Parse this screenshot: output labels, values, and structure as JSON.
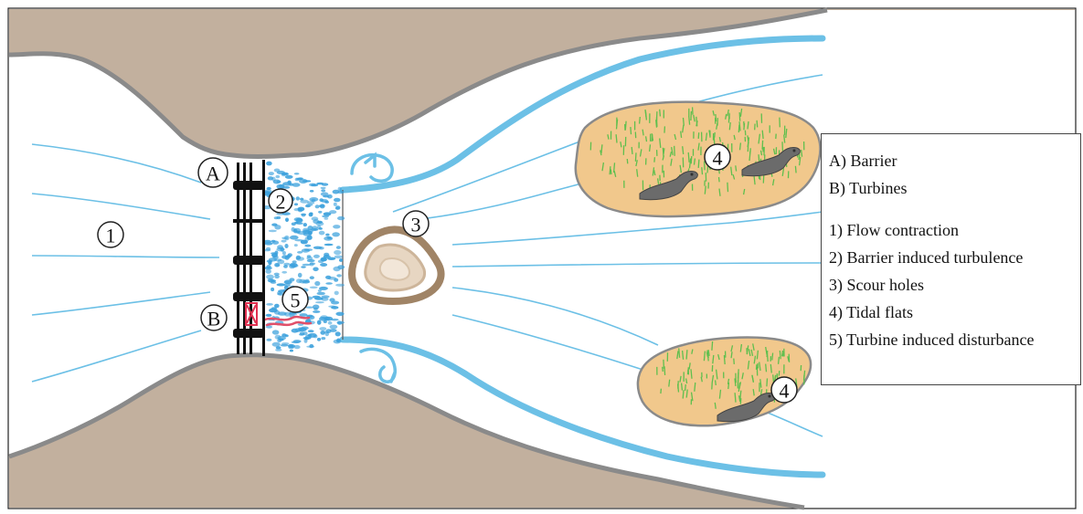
{
  "markers": {
    "A": "A",
    "B": "B",
    "n1": "1",
    "n2": "2",
    "n3": "3",
    "n4": "4",
    "n5": "5"
  },
  "legend": {
    "letters": [
      "A) Barrier",
      "B) Turbines"
    ],
    "numbers": [
      "1) Flow contraction",
      "2) Barrier induced turbulence",
      "3) Scour holes",
      "4) Tidal flats",
      "5) Turbine induced disturbance"
    ]
  },
  "colors": {
    "land": "#c2b09e",
    "shore": "#8a8a8a",
    "flow": "#6cc0e6",
    "flow_thick": "#6cc0e6",
    "turbulence": "#3aa0dc",
    "scour_outer": "#a08466",
    "scour_inner": "#e0cbb3",
    "tidal_flat": "#f1c88c",
    "grass": "#5fbf4e",
    "seal": "#6b6b6b",
    "turbine_disturbance": "#e0506a"
  }
}
